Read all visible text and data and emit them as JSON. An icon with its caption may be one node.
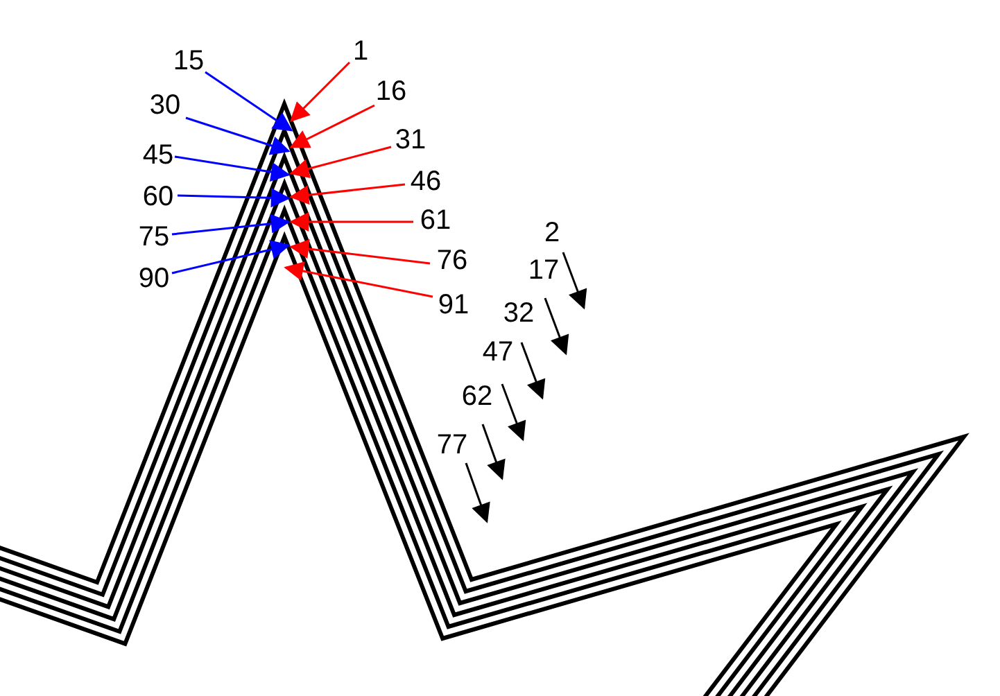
{
  "diagram": {
    "nodes": [
      {
        "text": [
          "1"
        ]
      },
      {
        "text": [
          "15"
        ]
      },
      {
        "text": [
          "16"
        ]
      },
      {
        "text": [
          "30"
        ]
      },
      {
        "text": [
          "31"
        ]
      },
      {
        "text": [
          "45"
        ]
      },
      {
        "text": [
          "46"
        ]
      },
      {
        "text": [
          "60"
        ]
      },
      {
        "text": [
          "61"
        ]
      },
      {
        "text": [
          "75"
        ]
      },
      {
        "text": [
          "76"
        ]
      },
      {
        "text": [
          "90"
        ]
      },
      {
        "text": [
          "91"
        ]
      }
    ],
    "edges": [
      {
        "from": 0,
        "to": null,
        "arrow": "to"
      },
      {
        "from": 1,
        "to": null,
        "arrow": "to",
        "color": "#0000ff"
      },
      {
        "from": 2,
        "to": null,
        "arrow": "to"
      },
      {
        "from": 3,
        "to": null,
        "arrow": "to",
        "color": "#0000ff"
      },
      {
        "from": 4,
        "to": null,
        "arrow": "to"
      },
      {
        "from": 5,
        "to": null,
        "arrow": "to",
        "color": "#0000ff"
      },
      {
        "from": 6,
        "to": null,
        "arrow": "to"
      },
      {
        "from": 7,
        "to": null,
        "arrow": "to",
        "color": "#0000ff"
      },
      {
        "from": 8,
        "to": null,
        "arrow": "to"
      },
      {
        "from": 9,
        "to": null,
        "arrow": "to",
        "color": "#0000ff"
      },
      {
        "from": 10,
        "to": null,
        "arrow": "to"
      },
      {
        "from": 11,
        "to": null,
        "arrow": "to",
        "color": "#0000ff"
      },
      {
        "from": 12,
        "to": null,
        "arrow": "to"
      }
    ],
    "labels": [
      "2",
      "17",
      "32",
      "47",
      "62",
      "77"
    ]
  }
}
